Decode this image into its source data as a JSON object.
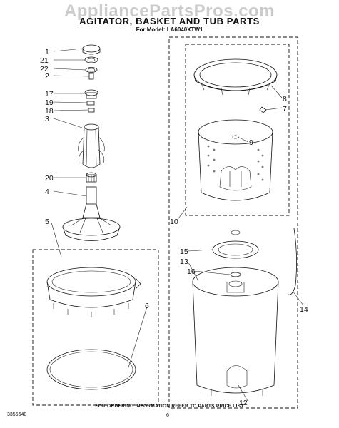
{
  "watermark": "AppliancePartsPros.com",
  "title": "AGITATOR, BASKET AND TUB PARTS",
  "subtitle": "For Model: LA6040XTW1",
  "footer_note": "FOR ORDERING INFORMATION REFER TO PARTS PRICE LIST",
  "doc_number": "3355640",
  "page_number": "6",
  "callouts": {
    "c1": "1",
    "c21": "21",
    "c22": "22",
    "c2": "2",
    "c17": "17",
    "c19": "19",
    "c18": "18",
    "c3": "3",
    "c20": "20",
    "c4": "4",
    "c5": "5",
    "c6": "6",
    "c8": "8",
    "c7": "7",
    "c9": "9",
    "c10": "10",
    "c15": "15",
    "c13": "13",
    "c16": "16",
    "c12": "12",
    "c14": "14"
  }
}
